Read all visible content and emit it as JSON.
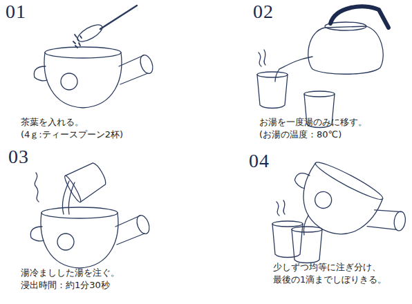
{
  "diagram": {
    "labels": [
      "01",
      "茶葉を入れる。",
      "(4ｇ:ティースプーン2杯)",
      "02",
      "お湯を一度湯のみに移す。",
      "(お湯の温度：80℃)",
      "03",
      "湯冷ましした湯を注ぐ。",
      "浸出時間：約1分30秒",
      "04",
      "少しずつ均等に注ぎ分け、",
      "最後の1滴までしぼりきる。"
    ]
  }
}
